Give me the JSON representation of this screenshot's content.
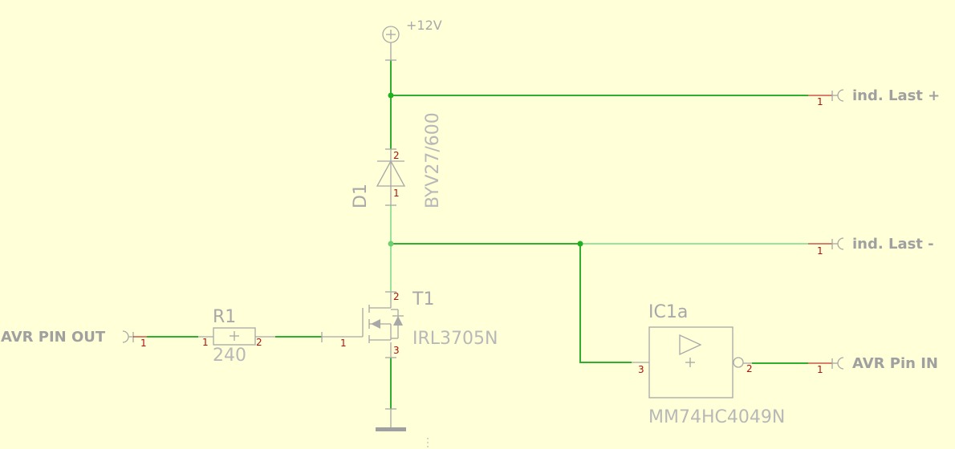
{
  "supply": {
    "label": "+12V"
  },
  "ports": {
    "load_plus": "ind. Last +",
    "load_minus": "ind. Last -",
    "avr_in": "AVR Pin IN",
    "avr_out": "AVR PIN OUT"
  },
  "components": {
    "d1": {
      "name": "D1",
      "value": "BYV27/600",
      "pin_anode": "1",
      "pin_cathode": "2"
    },
    "t1": {
      "name": "T1",
      "value": "IRL3705N",
      "pin_gate": "1",
      "pin_drain": "2",
      "pin_source": "3"
    },
    "r1": {
      "name": "R1",
      "value": "240",
      "pin_1": "1",
      "pin_2": "2"
    },
    "ic1a": {
      "name": "IC1a",
      "value": "MM74HC4049N",
      "pin_in": "3",
      "pin_out": "2"
    }
  },
  "connector_pins": {
    "load_plus": "1",
    "load_minus": "1",
    "avr_in": "1",
    "avr_out": "1"
  },
  "colors": {
    "background": "#ffffd8",
    "wire": "#2fae2f",
    "wire_light": "#9ae39a",
    "symbol": "#a8a8a8",
    "pin_number": "#b01010"
  }
}
